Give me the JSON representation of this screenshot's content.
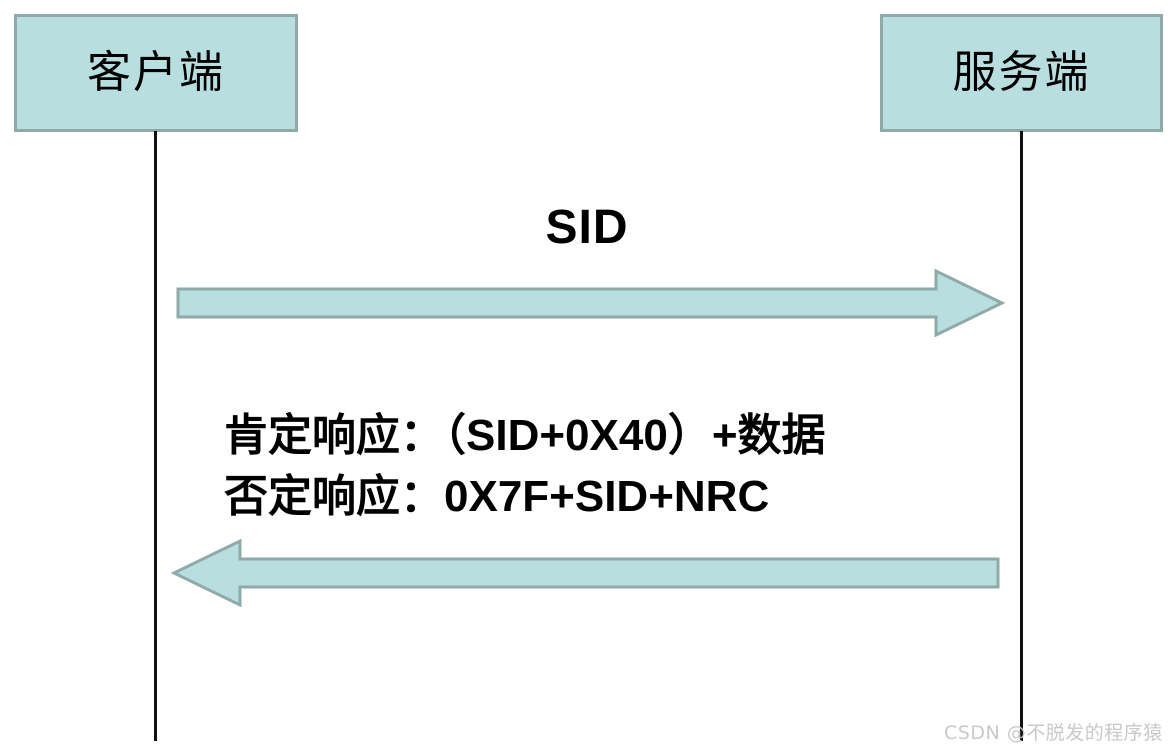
{
  "diagram": {
    "type": "sequence-diagram",
    "title_text": "",
    "colors": {
      "box_fill": "#b8dee0",
      "box_border": "#8faaa8",
      "arrow_fill": "#b8dee0",
      "arrow_border": "#8faaa8",
      "lifeline": "#111111",
      "text": "#000000",
      "watermark": "#c9c9c9"
    },
    "participants": [
      {
        "id": "client",
        "label": "客户端"
      },
      {
        "id": "server",
        "label": "服务端"
      }
    ],
    "messages": [
      {
        "id": "request",
        "direction": "right",
        "from": "client",
        "to": "server",
        "label": "SID"
      },
      {
        "id": "response",
        "direction": "left",
        "from": "server",
        "to": "client",
        "label_lines": [
          {
            "prefix_cn": "肯定响应：",
            "paren_open": "（",
            "code": "SID+0X40",
            "paren_close": "）",
            "plus": "+",
            "suffix_cn": "数据",
            "full": "肯定响应：（SID+0X40）+数据"
          },
          {
            "prefix_cn": "否定响应：",
            "code": "0X7F+SID+NRC",
            "full": "否定响应：0X7F+SID+NRC"
          }
        ]
      }
    ]
  },
  "watermark": {
    "text": "CSDN @不脱发的程序猿"
  }
}
